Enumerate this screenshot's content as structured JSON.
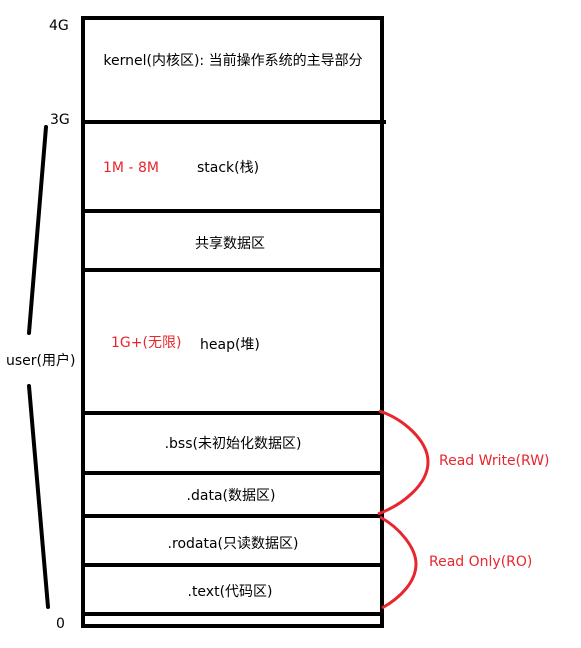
{
  "addresses": {
    "top": "4G",
    "user_top": "3G",
    "bottom": "0"
  },
  "user_label": "user(用户)",
  "segments": {
    "kernel": "kernel(内核区): 当前操作系统的主导部分",
    "stack": "stack(栈)",
    "stack_size": "1M - 8M",
    "shared": "共享数据区",
    "heap": "heap(堆)",
    "heap_size": "1G+(无限)",
    "bss": ".bss(未初始化数据区)",
    "data": ".data(数据区)",
    "rodata": ".rodata(只读数据区)",
    "text": ".text(代码区)"
  },
  "annotations": {
    "rw": "Read Write(RW)",
    "ro": "Read Only(RO)"
  },
  "colors": {
    "line": "#000000",
    "accent": "#e8262d",
    "background": "#ffffff"
  }
}
